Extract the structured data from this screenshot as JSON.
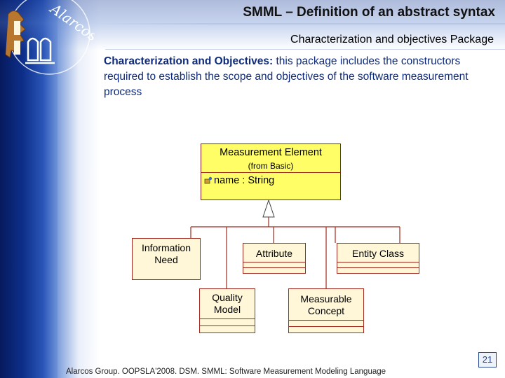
{
  "header": {
    "logo_text": "Alarcos",
    "title": "SMML – Definition of an abstract syntax",
    "subtitle": "Characterization and objectives Package"
  },
  "intro": {
    "term": "Characterization and Objectives:",
    "text": " this package includes the constructors required to establish the scope and objectives of the software measurement process"
  },
  "diagram": {
    "parent": {
      "name": "Measurement Element",
      "stereotype": "(from Basic)",
      "attribute": "name : String"
    },
    "children": [
      {
        "name_lines": [
          "Information",
          "Need"
        ]
      },
      {
        "name_lines": [
          "Attribute"
        ]
      },
      {
        "name_lines": [
          "Entity Class"
        ]
      },
      {
        "name_lines": [
          "Quality",
          "Model"
        ]
      },
      {
        "name_lines": [
          "Measurable",
          "Concept"
        ]
      }
    ],
    "colors": {
      "parent_fill": "#fffe66",
      "child_fill": "#fff7d8",
      "border": "#a0281c"
    }
  },
  "footer": {
    "text": "Alarcos Group. OOPSLA'2008. DSM. SMML: Software Measurement Modeling Language",
    "page_number": "21"
  }
}
